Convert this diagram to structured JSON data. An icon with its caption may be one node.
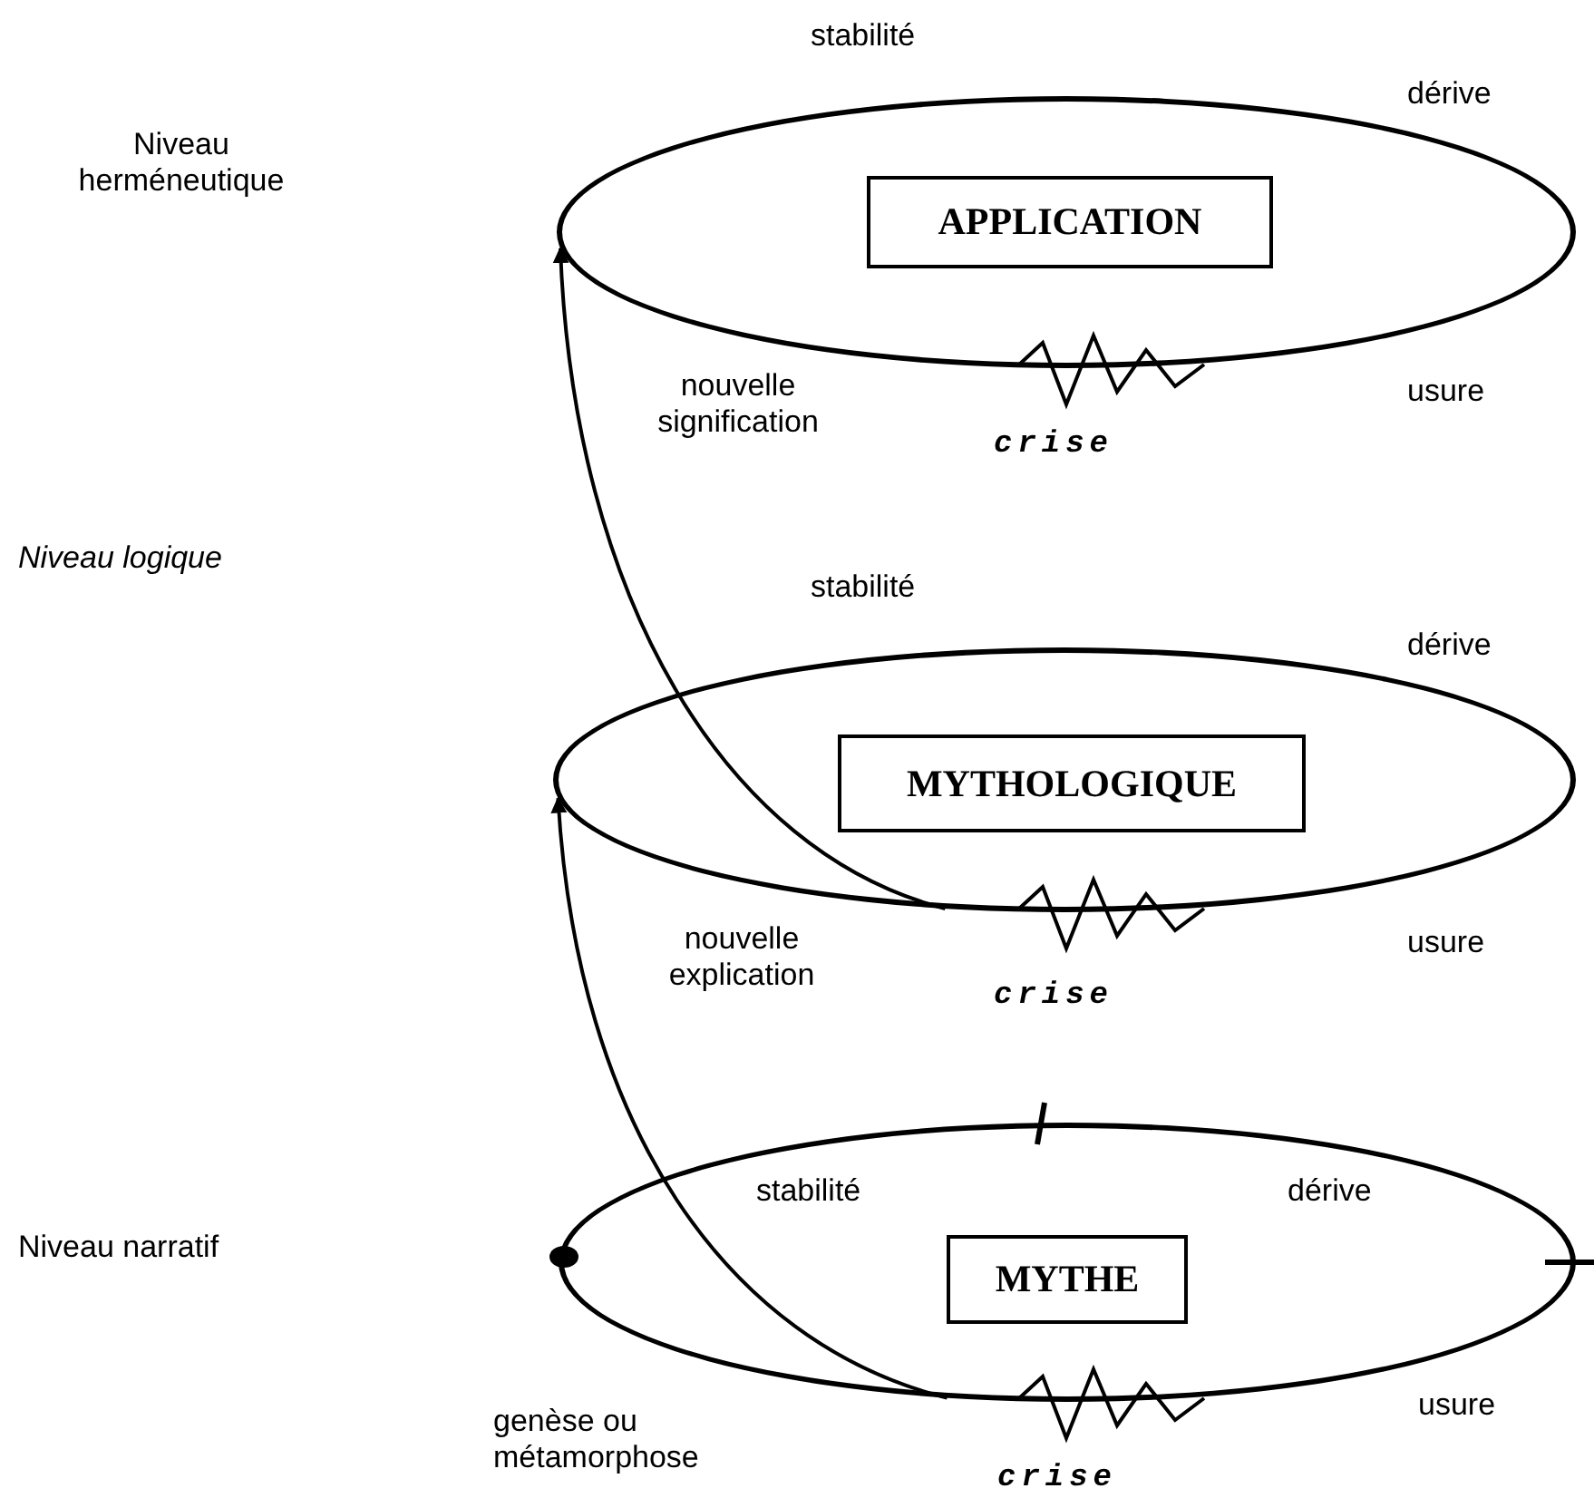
{
  "diagram": {
    "nodes": [
      {
        "text": [],
        "shape": "ellipse",
        "beside": [
          "stabilité",
          "dérive",
          "usure",
          "crise"
        ]
      },
      {
        "text": [
          "APPLICATION"
        ],
        "in": 0
      },
      {
        "text": [],
        "shape": "ellipse",
        "beside": [
          "stabilité",
          "dérive",
          "usure",
          "crise"
        ]
      },
      {
        "text": [
          "MYTHOLOGIQUE"
        ],
        "in": 2
      },
      {
        "text": [],
        "shape": "ellipse",
        "beside": [
          "stabilité",
          "dérive",
          "usure",
          "crise"
        ]
      },
      {
        "text": [
          "MYTHE"
        ],
        "in": 4
      }
    ],
    "edges": [
      {
        "from": 4,
        "to": 2,
        "arrow": "to",
        "label": "nouvelle explication"
      },
      {
        "from": 2,
        "to": 0,
        "arrow": "to",
        "label": "nouvelle signification"
      }
    ],
    "labels": [
      "Niveau herméneutique",
      "Niveau logique",
      "Niveau narratif",
      "genèse ou métamorphose"
    ]
  }
}
